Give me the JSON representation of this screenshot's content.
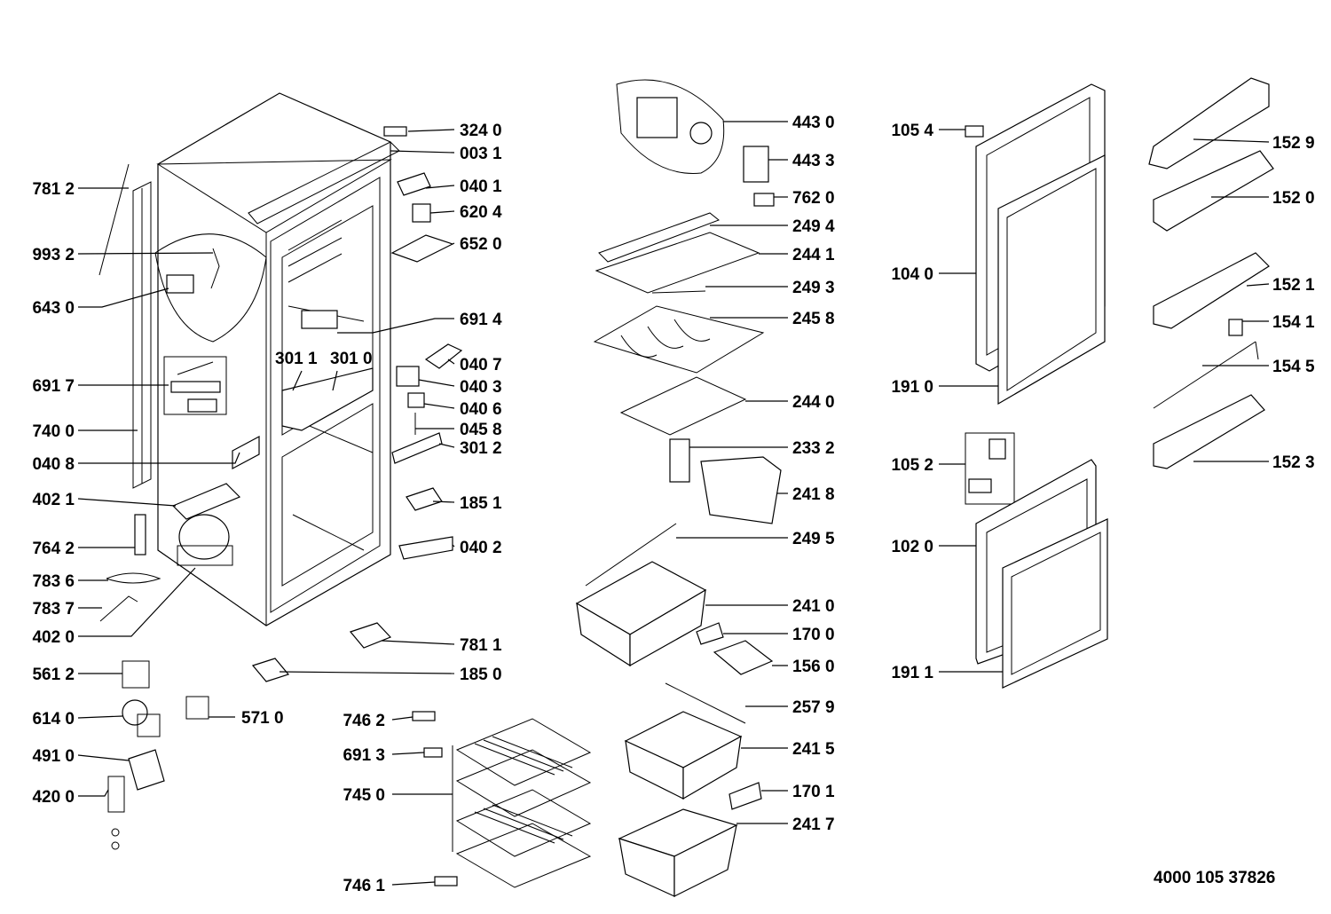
{
  "diagram": {
    "doc_number": "4000 105 37826",
    "labels": [
      "324 0",
      "003 1",
      "040 1",
      "620 4",
      "652 0",
      "781 2",
      "993 2",
      "643 0",
      "691 4",
      "691 7",
      "301 1",
      "301 0",
      "040 7",
      "040 3",
      "040 6",
      "045 8",
      "301 2",
      "740 0",
      "040 8",
      "402 1",
      "185 1",
      "764 2",
      "040 2",
      "783 6",
      "783 7",
      "402 0",
      "781 1",
      "185 0",
      "561 2",
      "614 0",
      "571 0",
      "491 0",
      "420 0",
      "746 2",
      "691 3",
      "745 0",
      "746 1",
      "443 0",
      "443 3",
      "762 0",
      "249 4",
      "244 1",
      "249 3",
      "245 8",
      "244 0",
      "233 2",
      "241 8",
      "249 5",
      "241 0",
      "170 0",
      "156 0",
      "257 9",
      "241 5",
      "170 1",
      "241 7",
      "105 4",
      "104 0",
      "191 0",
      "105 2",
      "102 0",
      "191 1",
      "152 9",
      "152 0",
      "152 1",
      "154 1",
      "154 5",
      "152 3"
    ]
  }
}
